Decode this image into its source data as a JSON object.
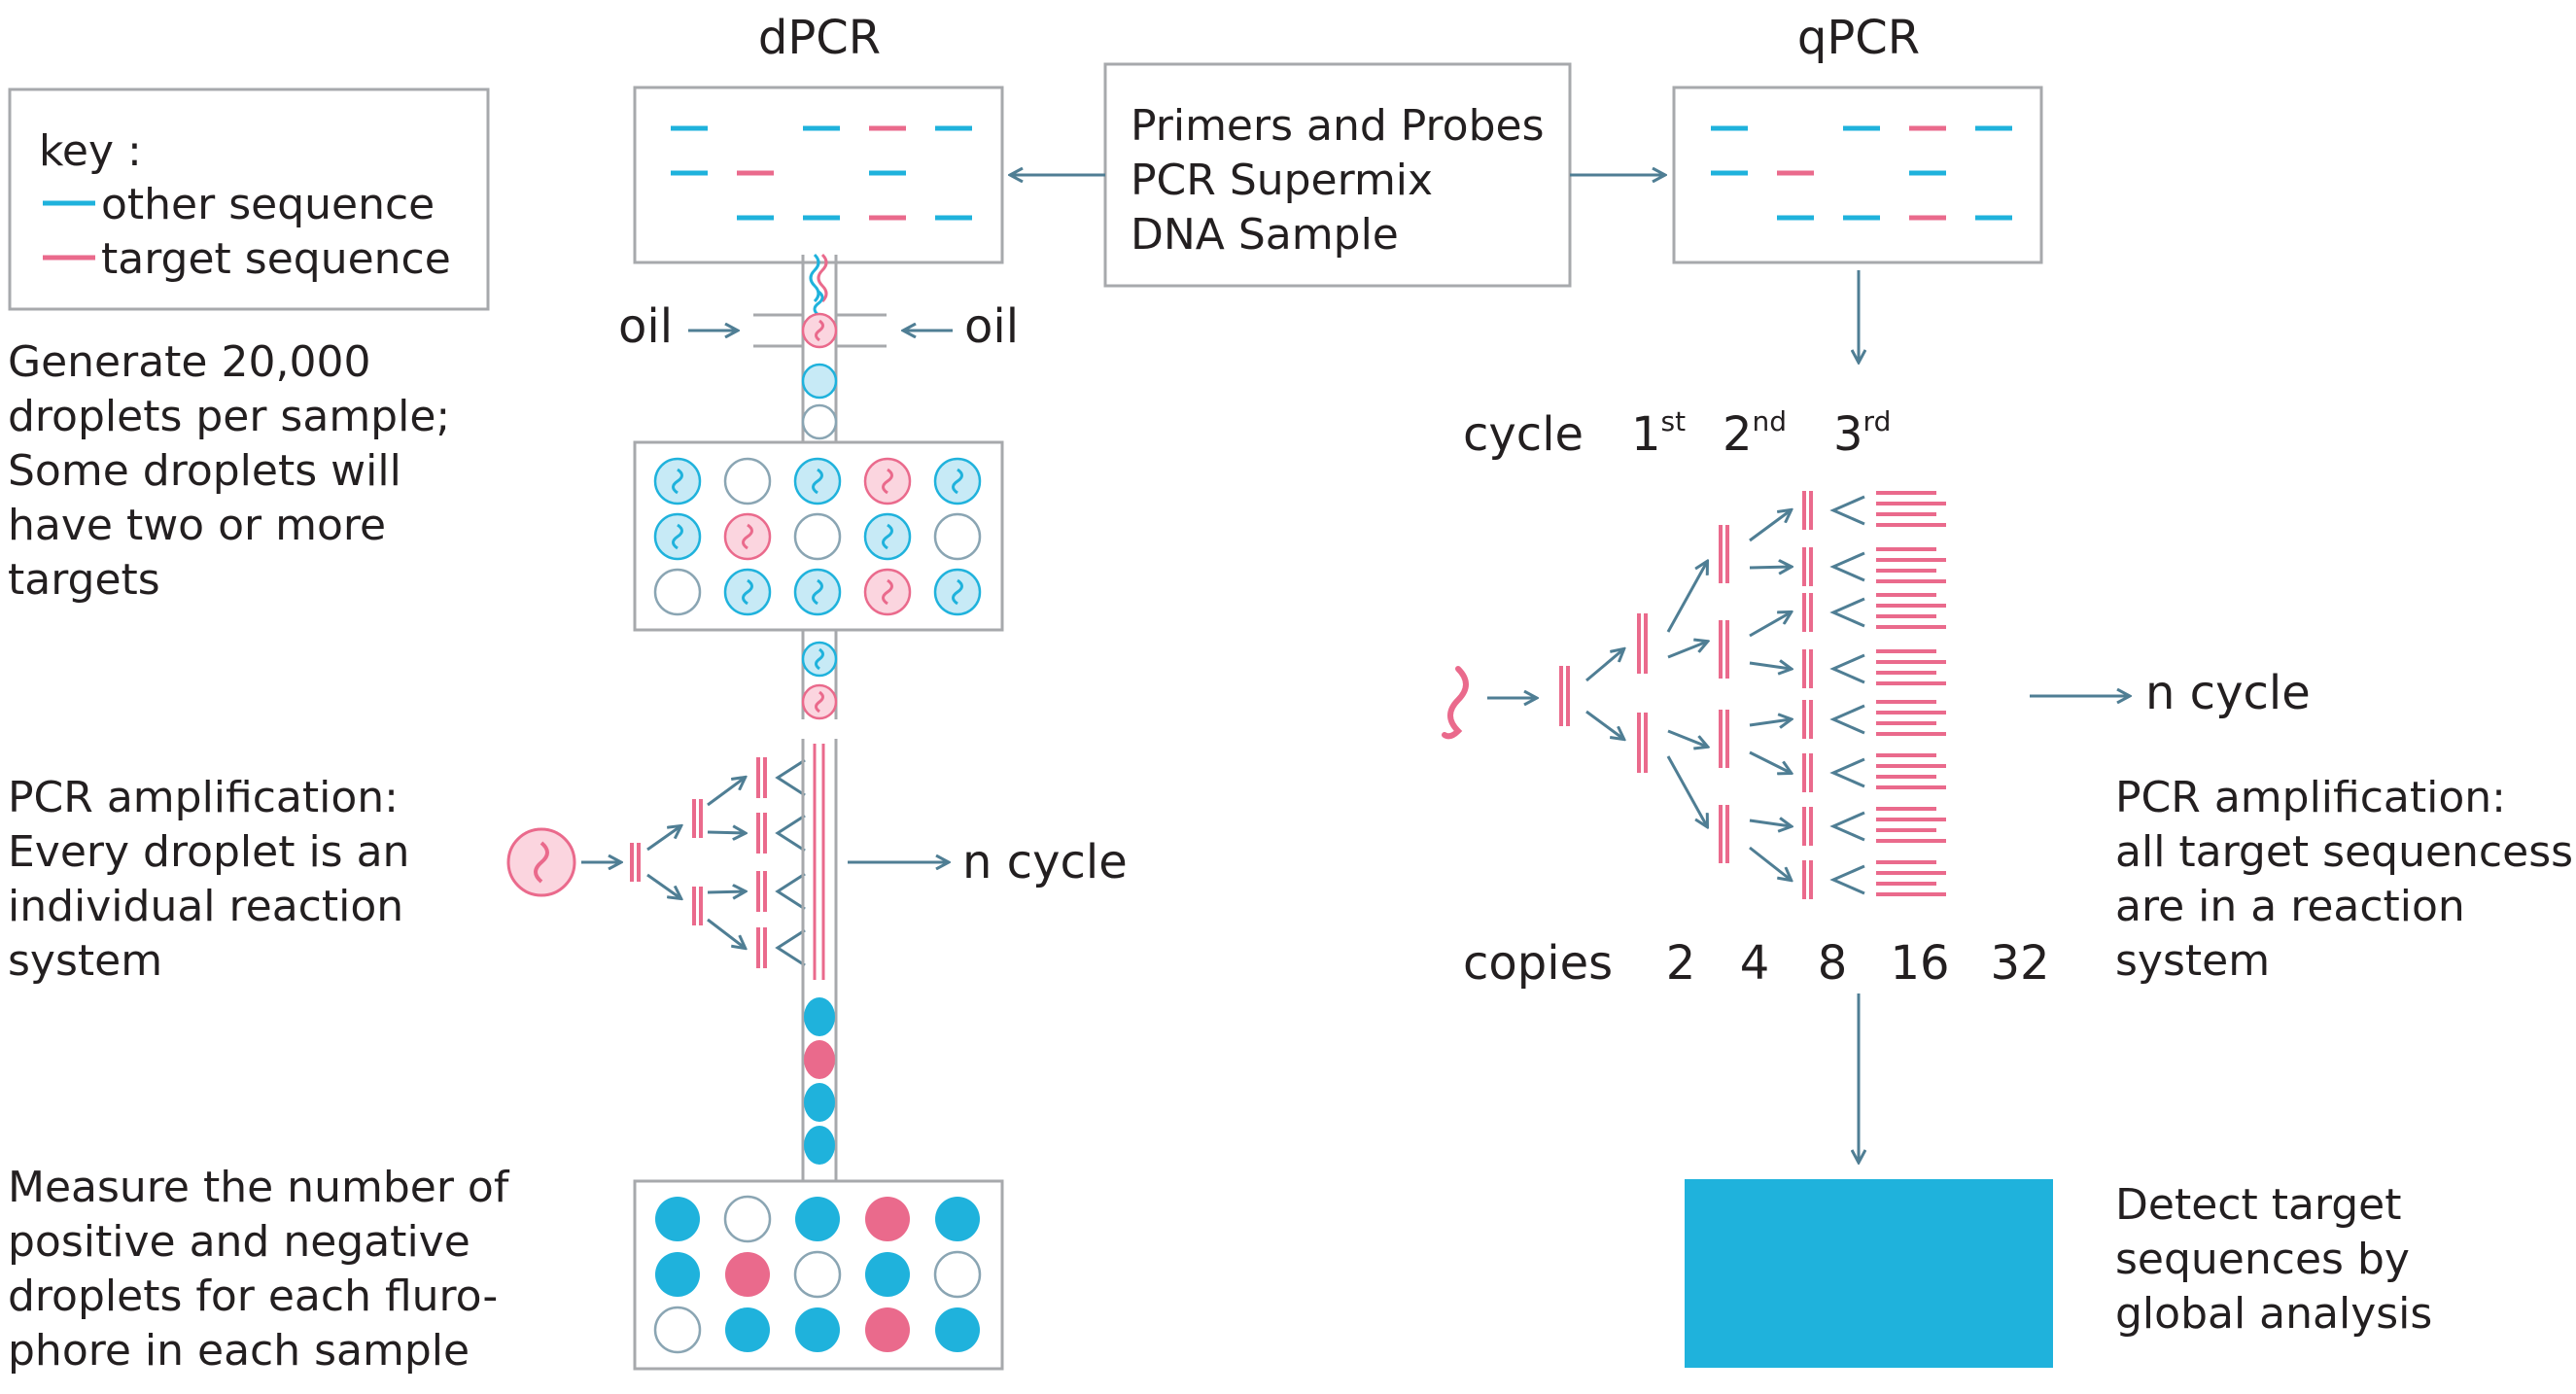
{
  "titles": {
    "dpcr": "dPCR",
    "qpcr": "qPCR"
  },
  "key": {
    "heading": "key :",
    "other": "other sequence",
    "target": "target sequence"
  },
  "inputs": [
    "Primers and Probes",
    "PCR Supermix",
    "DNA Sample"
  ],
  "oil": {
    "left": "oil",
    "right": "oil"
  },
  "dpcr_steps": {
    "generate": [
      "Generate 20,000",
      "droplets per sample;",
      "Some droplets will",
      "have two or more",
      "targets"
    ],
    "amplification": [
      "PCR amplification:",
      "Every droplet is an",
      "individual reaction",
      "system"
    ],
    "measure": [
      "Measure the number of",
      "positive and negative",
      "droplets for each fluro-",
      "phore in each sample"
    ]
  },
  "n_cycle": "n cycle",
  "qpcr": {
    "cycle_label": "cycle",
    "cycles": [
      {
        "num": "1",
        "sup": "st"
      },
      {
        "num": "2",
        "sup": "nd"
      },
      {
        "num": "3",
        "sup": "rd"
      }
    ],
    "copies_label": "copies",
    "copies": [
      "2",
      "4",
      "8",
      "16",
      "32"
    ],
    "n_cycle": "n cycle",
    "amplification": [
      "PCR amplification:",
      "all target sequencess",
      "are in a reaction",
      "system"
    ],
    "detect": [
      "Detect target",
      "sequences by",
      "global analysis"
    ]
  },
  "colors": {
    "other_sequence": "#1fb2dc",
    "target_sequence": "#ea6a8c",
    "other_light": "#c7eaf6",
    "target_light": "#fbd5df",
    "arrow": "#4f7e94",
    "border": "#a7a9ac",
    "result_block": "#1fb2dc"
  },
  "droplet_grid_generated": [
    [
      "blue",
      "empty",
      "blue",
      "pink",
      "blue"
    ],
    [
      "blue",
      "pink",
      "empty",
      "blue",
      "empty"
    ],
    [
      "empty",
      "blue",
      "blue",
      "pink",
      "blue"
    ]
  ],
  "droplet_grid_result": [
    [
      "blue",
      "empty",
      "blue",
      "pink",
      "blue"
    ],
    [
      "blue",
      "pink",
      "empty",
      "blue",
      "empty"
    ],
    [
      "empty",
      "blue",
      "blue",
      "pink",
      "blue"
    ]
  ]
}
